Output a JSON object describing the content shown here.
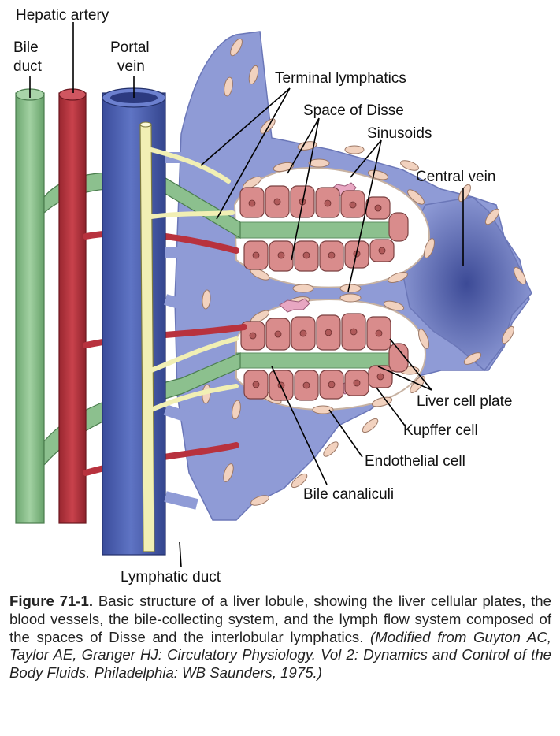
{
  "labels": {
    "hepatic_artery": "Hepatic artery",
    "bile_duct_1": "Bile",
    "bile_duct_2": "duct",
    "portal_vein_1": "Portal",
    "portal_vein_2": "vein",
    "terminal_lymphatics": "Terminal lymphatics",
    "space_of_disse": "Space of Disse",
    "sinusoids": "Sinusoids",
    "central_vein": "Central vein",
    "liver_cell_plate": "Liver cell plate",
    "kupffer_cell": "Kupffer cell",
    "endothelial_cell": "Endothelial cell",
    "bile_canaliculi": "Bile canaliculi",
    "lymphatic_duct": "Lymphatic duct"
  },
  "caption": {
    "figure_number": "Figure 71-1.",
    "text": "Basic structure of a liver lobule, showing the liver cellular plates, the blood vessels, the bile-collecting system, and the lymph flow system composed of the spaces of Disse and the interlobular lymphatics.",
    "credit": "(Modified from Guyton AC, Taylor AE, Granger HJ: Circulatory Physiology. Vol 2: Dynamics and Control of the Body Fluids. Philadelphia: WB Saunders, 1975.)"
  },
  "colors": {
    "bile": "#8cc08e",
    "artery": "#b8323e",
    "portal_vein": "#4a5fae",
    "sinusoid": "#8f9bd6",
    "lymph": "#f1efb4",
    "hepatocyte": "#d98c8c",
    "endothelium": "#f2d2bf",
    "kupffer": "#e8a7c2"
  }
}
